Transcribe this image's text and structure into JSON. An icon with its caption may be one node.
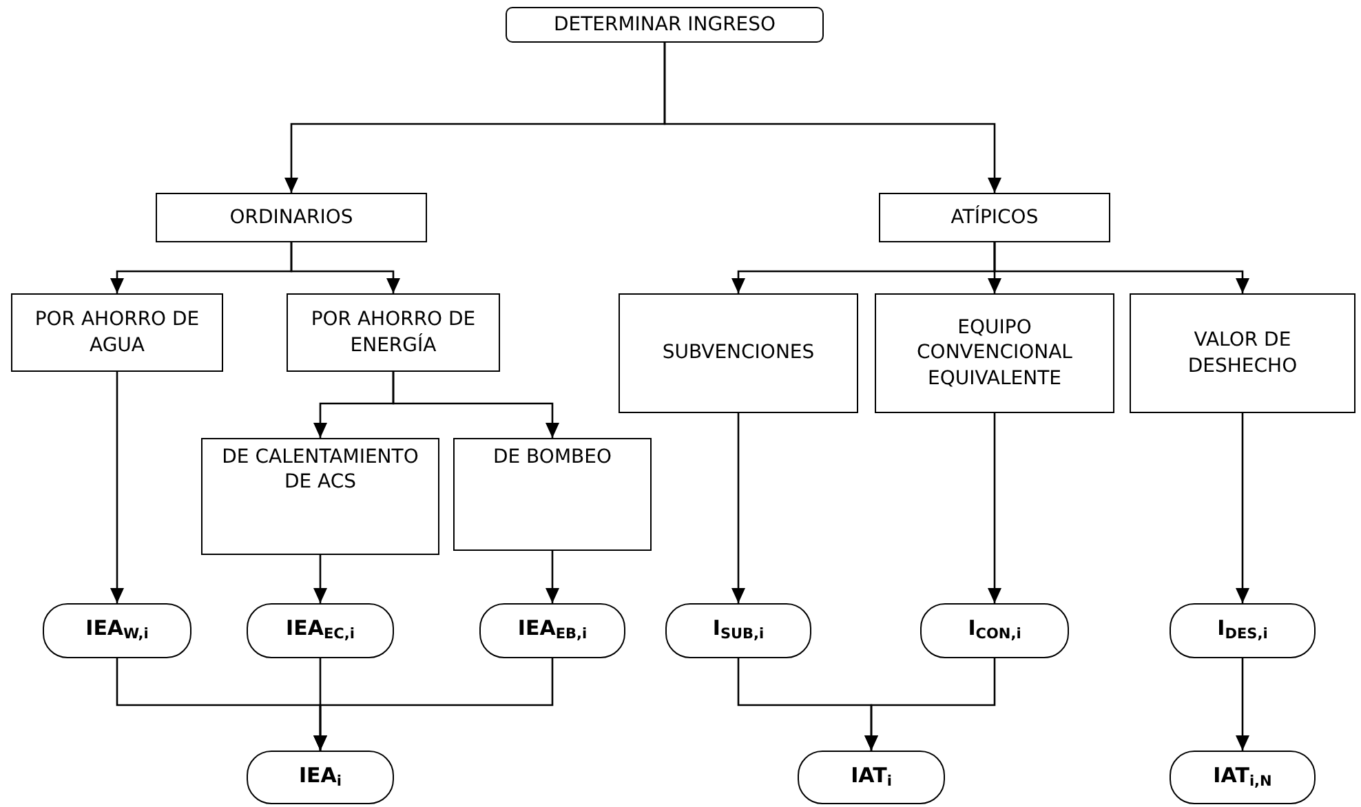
{
  "diagram": {
    "nodes": [
      {
        "text": [
          "DETERMINAR INGRESO"
        ]
      },
      {
        "text": [
          "ORDINARIOS"
        ]
      },
      {
        "text": [
          "ATÍPICOS"
        ]
      },
      {
        "text": [
          "POR AHORRO DE AGUA"
        ]
      },
      {
        "text": [
          "POR AHORRO DE ENERGÍA"
        ]
      },
      {
        "text": [
          "DE CALENTAMIENTO DE ACS"
        ]
      },
      {
        "text": [
          "DE BOMBEO"
        ]
      },
      {
        "text": [
          "SUBVENCIONES"
        ]
      },
      {
        "text": [
          "EQUIPO CONVENCIONAL EQUIVALENTE"
        ]
      },
      {
        "text": [
          "VALOR DE DESHECHO"
        ]
      },
      {
        "text": [
          "IEA$_{W,i}$"
        ]
      },
      {
        "text": [
          "IEA$_{EC,i}$"
        ]
      },
      {
        "text": [
          "IEA$_{EB,i}$"
        ]
      },
      {
        "text": [
          "I$_{SUB,i}$"
        ]
      },
      {
        "text": [
          "I$_{CON,i}$"
        ]
      },
      {
        "text": [
          "I$_{DES,i}$"
        ]
      },
      {
        "text": [
          "IEA$_{i}$"
        ]
      },
      {
        "text": [
          "IAT$_{i}$"
        ]
      },
      {
        "text": [
          "IAT$_{i,N}$"
        ]
      }
    ],
    "edges": [
      {
        "from": 0,
        "to": 1,
        "arrow": "to"
      },
      {
        "from": 0,
        "to": 2,
        "arrow": "to"
      },
      {
        "from": 1,
        "to": 3,
        "arrow": "to"
      },
      {
        "from": 1,
        "to": 4,
        "arrow": "to"
      },
      {
        "from": 4,
        "to": 5,
        "arrow": "to"
      },
      {
        "from": 4,
        "to": 6,
        "arrow": "to"
      },
      {
        "from": 2,
        "to": 7,
        "arrow": "to"
      },
      {
        "from": 2,
        "to": 8,
        "arrow": "to"
      },
      {
        "from": 2,
        "to": 9,
        "arrow": "to"
      },
      {
        "from": 3,
        "to": 10,
        "arrow": "to"
      },
      {
        "from": 5,
        "to": 11,
        "arrow": "to"
      },
      {
        "from": 6,
        "to": 12,
        "arrow": "to"
      },
      {
        "from": 7,
        "to": 13,
        "arrow": "to"
      },
      {
        "from": 8,
        "to": 14,
        "arrow": "to"
      },
      {
        "from": 9,
        "to": 15,
        "arrow": "to"
      },
      {
        "from": 10,
        "to": 16,
        "arrow": "to"
      },
      {
        "from": 11,
        "to": 16,
        "arrow": "to"
      },
      {
        "from": 12,
        "to": 16,
        "arrow": "to"
      },
      {
        "from": 13,
        "to": 17,
        "arrow": "to"
      },
      {
        "from": 14,
        "to": 17,
        "arrow": "to"
      },
      {
        "from": 15,
        "to": 18,
        "arrow": "to"
      }
    ]
  }
}
